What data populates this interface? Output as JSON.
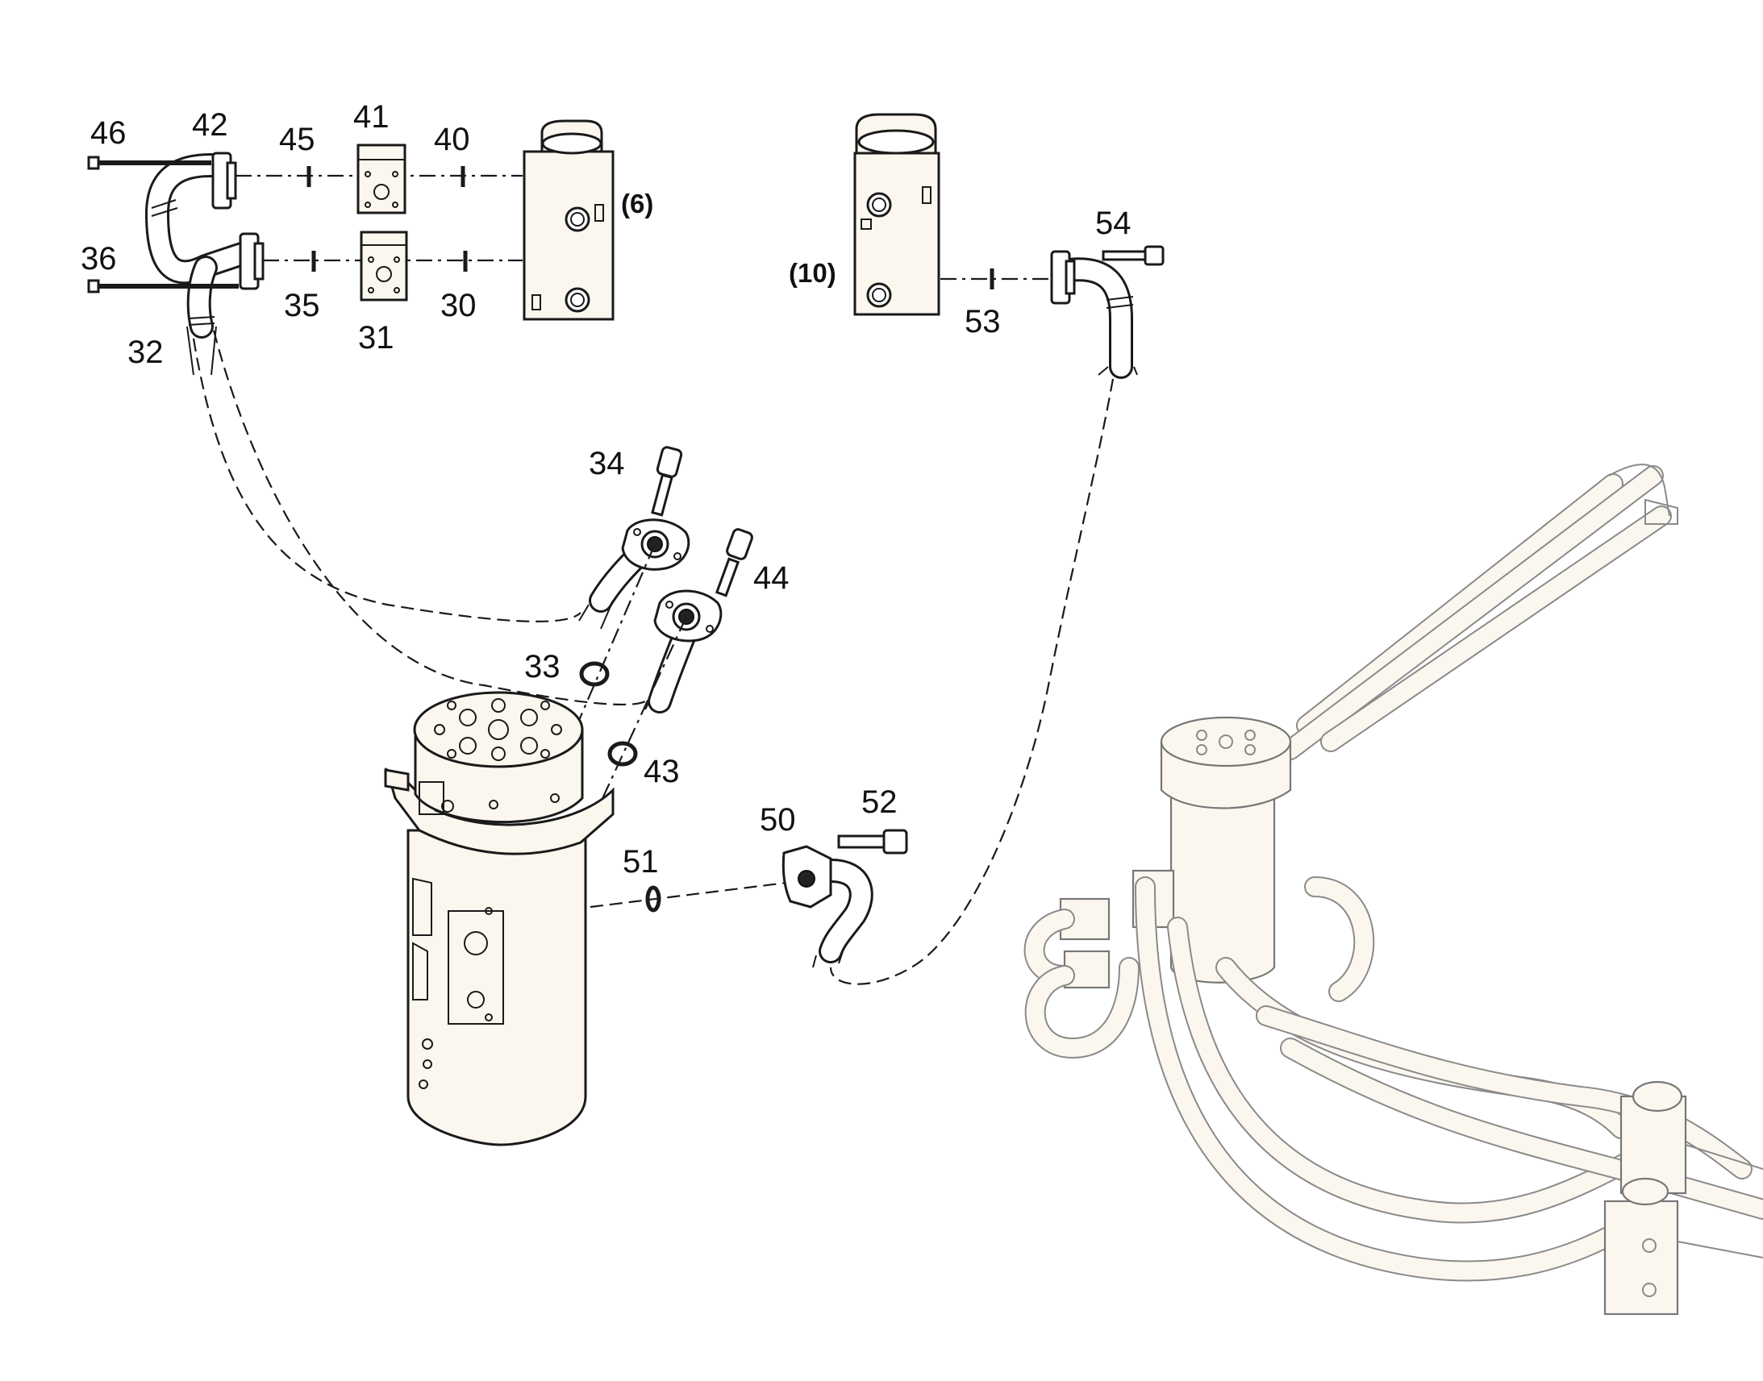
{
  "labels": {
    "p46": "46",
    "p42": "42",
    "p45": "45",
    "p41": "41",
    "p40": "40",
    "p36": "36",
    "p35": "35",
    "p31": "31",
    "p30": "30",
    "p32": "32",
    "ref6": "(6)",
    "ref10": "(10)",
    "p53": "53",
    "p54": "54",
    "p34": "34",
    "p44": "44",
    "p33": "33",
    "p43": "43",
    "p50": "50",
    "p52": "52",
    "p51": "51"
  }
}
